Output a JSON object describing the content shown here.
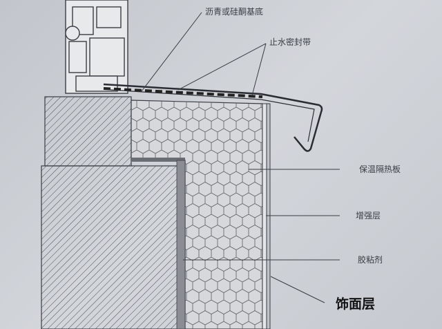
{
  "labels": {
    "asphalt_base": "沥青或硅酮基底",
    "waterstop_tape": "止水密封带",
    "insulation_board": "保温隔热板",
    "reinforcement_layer": "增强层",
    "adhesive": "胶粘剂",
    "finish_layer": "饰面层"
  },
  "colors": {
    "line": "#3a3d44",
    "background": "#c8ccd2"
  }
}
